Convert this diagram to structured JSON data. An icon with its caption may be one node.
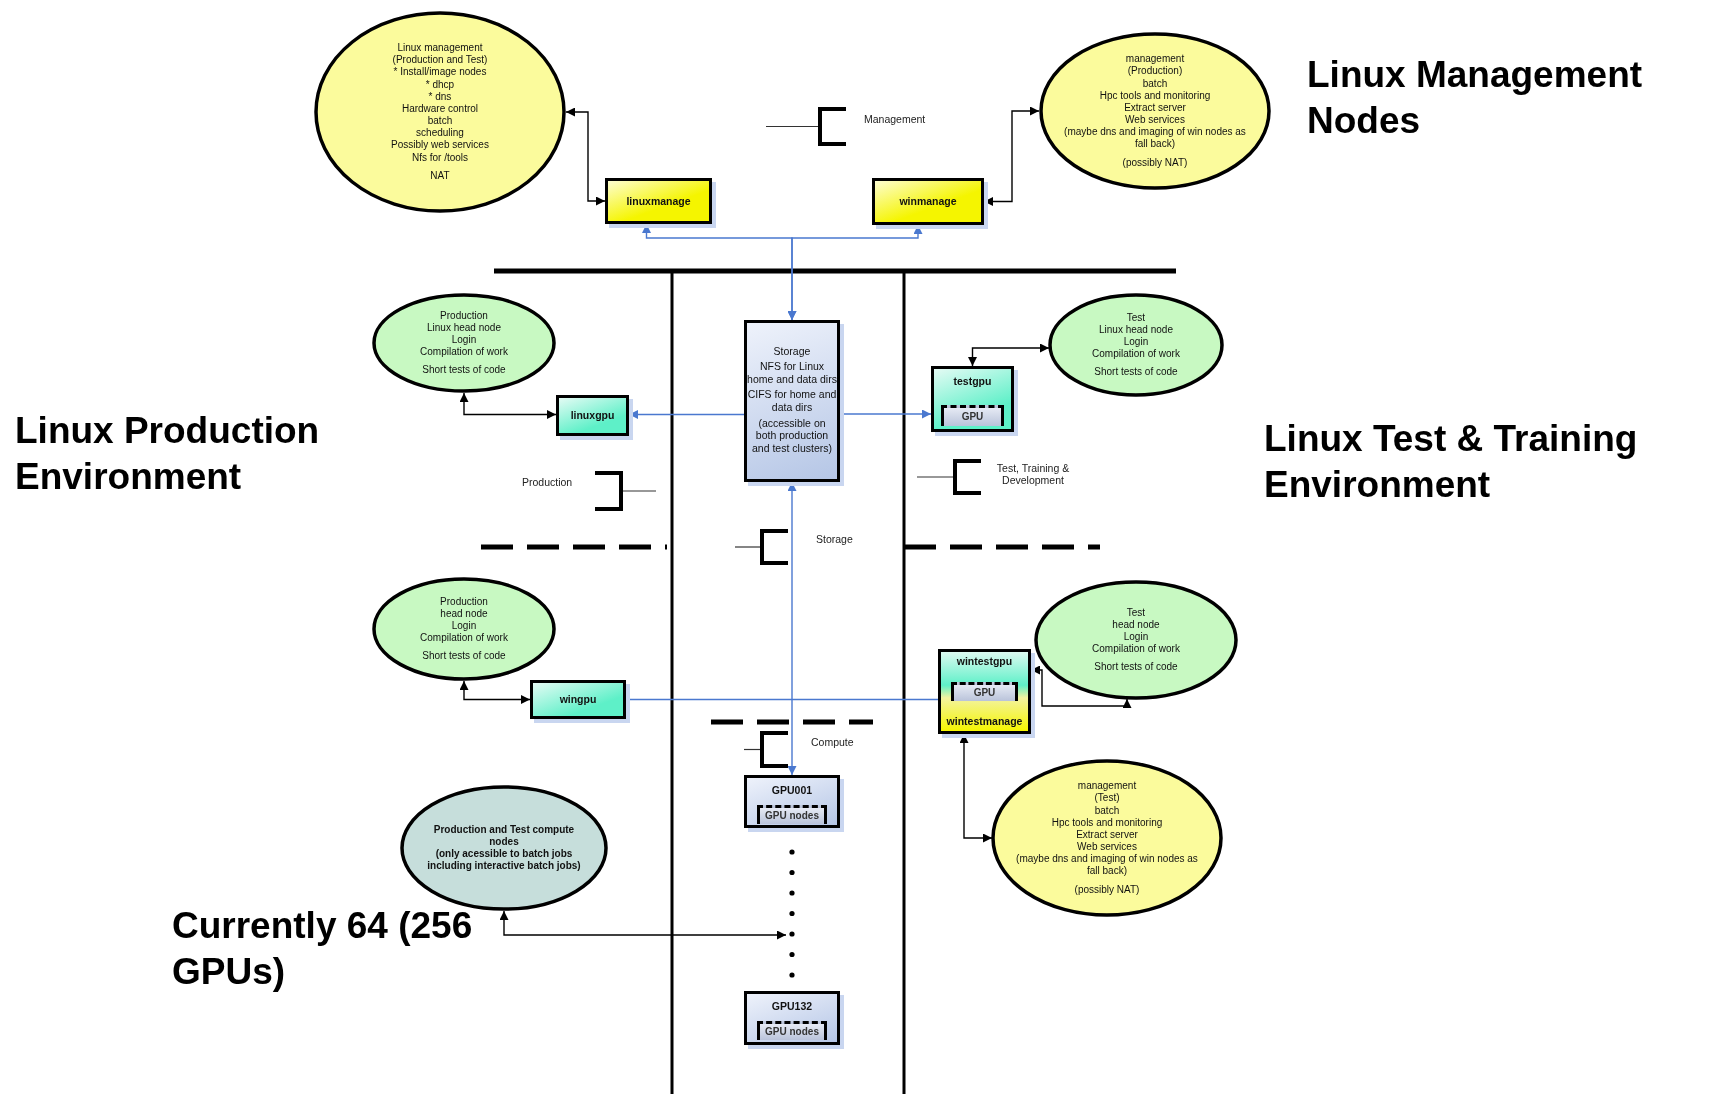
{
  "diagram": {
    "nodes": [
      {
        "text": [
          "Linux management",
          "(Production and Test)",
          "* Install/image nodes",
          "* dhcp",
          "* dns",
          "Hardware control",
          "batch",
          "scheduling",
          "Possibly web services",
          "Nfs for /tools",
          "NAT"
        ]
      },
      {
        "text": [
          "linuxmanage"
        ]
      },
      {
        "text": [
          "winmanage"
        ]
      },
      {
        "text": [
          "management",
          "(Production)",
          "batch",
          "Hpc tools and monitoring",
          "Extract server",
          "Web services",
          "(maybe dns and imaging of win nodes as fall back)",
          "(possibly NAT)"
        ]
      },
      {
        "text": [
          "Production",
          "Linux head node",
          "Login",
          "Compilation of work",
          "Short tests of code"
        ]
      },
      {
        "text": [
          "linuxgpu"
        ]
      },
      {
        "text": [
          "Storage",
          "NFS for Linux home and data dirs",
          "CIFS for home and data dirs",
          "(accessible on both production and test clusters)"
        ]
      },
      {
        "text": [
          "testgpu"
        ]
      },
      {
        "text": [
          "GPU"
        ],
        "in": 7
      },
      {
        "text": [
          "Test",
          "Linux head node",
          "Login",
          "Compilation of work",
          "Short tests of code"
        ]
      },
      {
        "text": [
          "Production",
          "head node",
          "Login",
          "Compilation of work",
          "Short tests of code"
        ]
      },
      {
        "text": [
          "wingpu"
        ]
      },
      {
        "text": [
          "wintestgpu",
          "wintestmanage"
        ]
      },
      {
        "text": [
          "GPU"
        ],
        "in": 12
      },
      {
        "text": [
          "Test",
          "head node",
          "Login",
          "Compilation of work",
          "Short tests of code"
        ]
      },
      {
        "text": [
          "management",
          "(Test)",
          "batch",
          "Hpc tools and monitoring",
          "Extract server",
          "Web services",
          "(maybe dns and imaging of win nodes as fall back)",
          "(possibly NAT)"
        ]
      },
      {
        "text": [
          "GPU001"
        ]
      },
      {
        "text": [
          "GPU nodes"
        ],
        "in": 16
      },
      {
        "text": [
          "GPU132"
        ]
      },
      {
        "text": [
          "GPU nodes"
        ],
        "in": 18
      },
      {
        "text": [
          "Production and Test compute nodes",
          "(only acessible to batch jobs including interactive batch jobs)"
        ]
      }
    ],
    "edges": [
      {
        "from": 1,
        "to": 0,
        "arrow": "both"
      },
      {
        "from": 2,
        "to": 3,
        "arrow": "both"
      },
      {
        "from": 1,
        "to": 6,
        "arrow": "both",
        "color": "#4a78cf"
      },
      {
        "from": 2,
        "to": 6,
        "arrow": "both",
        "color": "#4a78cf"
      },
      {
        "from": 4,
        "to": 5,
        "arrow": "both"
      },
      {
        "from": 6,
        "to": 5,
        "arrow": "to",
        "color": "#4a78cf"
      },
      {
        "from": 6,
        "to": 7,
        "arrow": "to",
        "color": "#4a78cf"
      },
      {
        "from": 7,
        "to": 9,
        "arrow": "both"
      },
      {
        "from": 10,
        "to": 11,
        "arrow": "both"
      },
      {
        "from": 11,
        "to": 12,
        "arrow": "none",
        "color": "#4a78cf"
      },
      {
        "from": 12,
        "to": 14,
        "arrow": "both"
      },
      {
        "from": 12,
        "to": 15,
        "arrow": "both"
      },
      {
        "from": 6,
        "to": 16,
        "arrow": "both",
        "color": "#4a78cf"
      },
      {
        "from": 20,
        "to": null,
        "arrow": "both"
      }
    ],
    "labels": [
      "Linux Management Nodes",
      "Management",
      "Linux Production Environment",
      "Linux Test & Training Environment",
      "Production",
      "Test, Training & Development",
      "Storage",
      "Compute",
      "Currently 64 (256 GPUs)"
    ]
  }
}
